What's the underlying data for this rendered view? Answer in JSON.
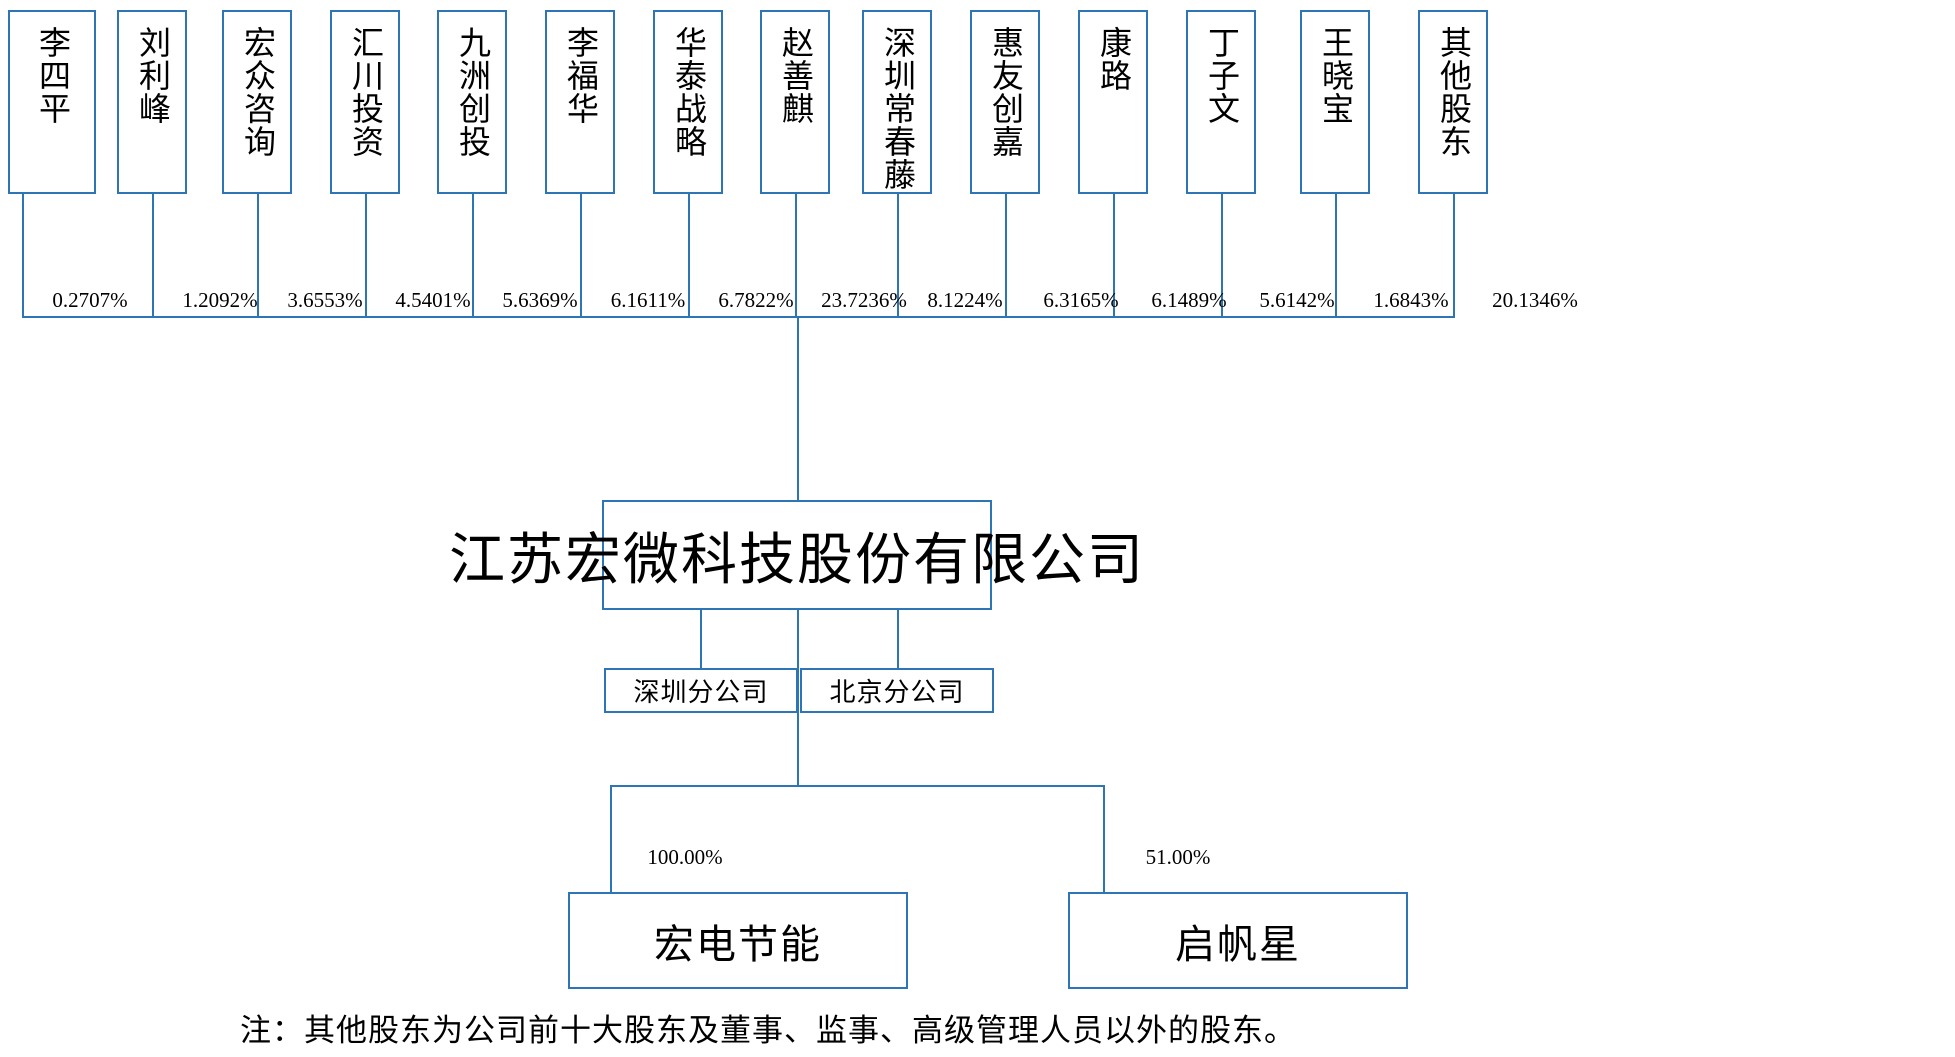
{
  "diagram": {
    "title_box": {
      "label": "江苏宏微科技股份有限公司"
    },
    "shareholders": [
      {
        "name": "李四平",
        "percent": "0.2707%"
      },
      {
        "name": "刘利峰",
        "percent": "1.2092%"
      },
      {
        "name": "宏众咨询",
        "percent": "3.6553%"
      },
      {
        "name": "汇川投资",
        "percent": "4.5401%"
      },
      {
        "name": "九洲创投",
        "percent": "5.6369%"
      },
      {
        "name": "李福华",
        "percent": "6.1611%"
      },
      {
        "name": "华泰战略",
        "percent": "6.7822%"
      },
      {
        "name": "赵善麒",
        "percent": "23.7236%"
      },
      {
        "name": "深圳常春藤",
        "percent": "8.1224%"
      },
      {
        "name": "惠友创嘉",
        "percent": "6.3165%"
      },
      {
        "name": "康路",
        "percent": "6.1489%"
      },
      {
        "name": "丁子文",
        "percent": "5.6142%"
      },
      {
        "name": "王晓宝",
        "percent": "1.6843%"
      },
      {
        "name": "其他股东",
        "percent": "20.1346%"
      }
    ],
    "branches": [
      {
        "label": "深圳分公司"
      },
      {
        "label": "北京分公司"
      }
    ],
    "subsidiaries": [
      {
        "label": "宏电节能",
        "percent": "100.00%"
      },
      {
        "label": "启帆星",
        "percent": "51.00%"
      }
    ],
    "footnote": "注：其他股东为公司前十大股东及董事、监事、高级管理人员以外的股东。",
    "colors": {
      "line": "#2E75B6",
      "text": "#000000",
      "background": "#ffffff"
    }
  }
}
